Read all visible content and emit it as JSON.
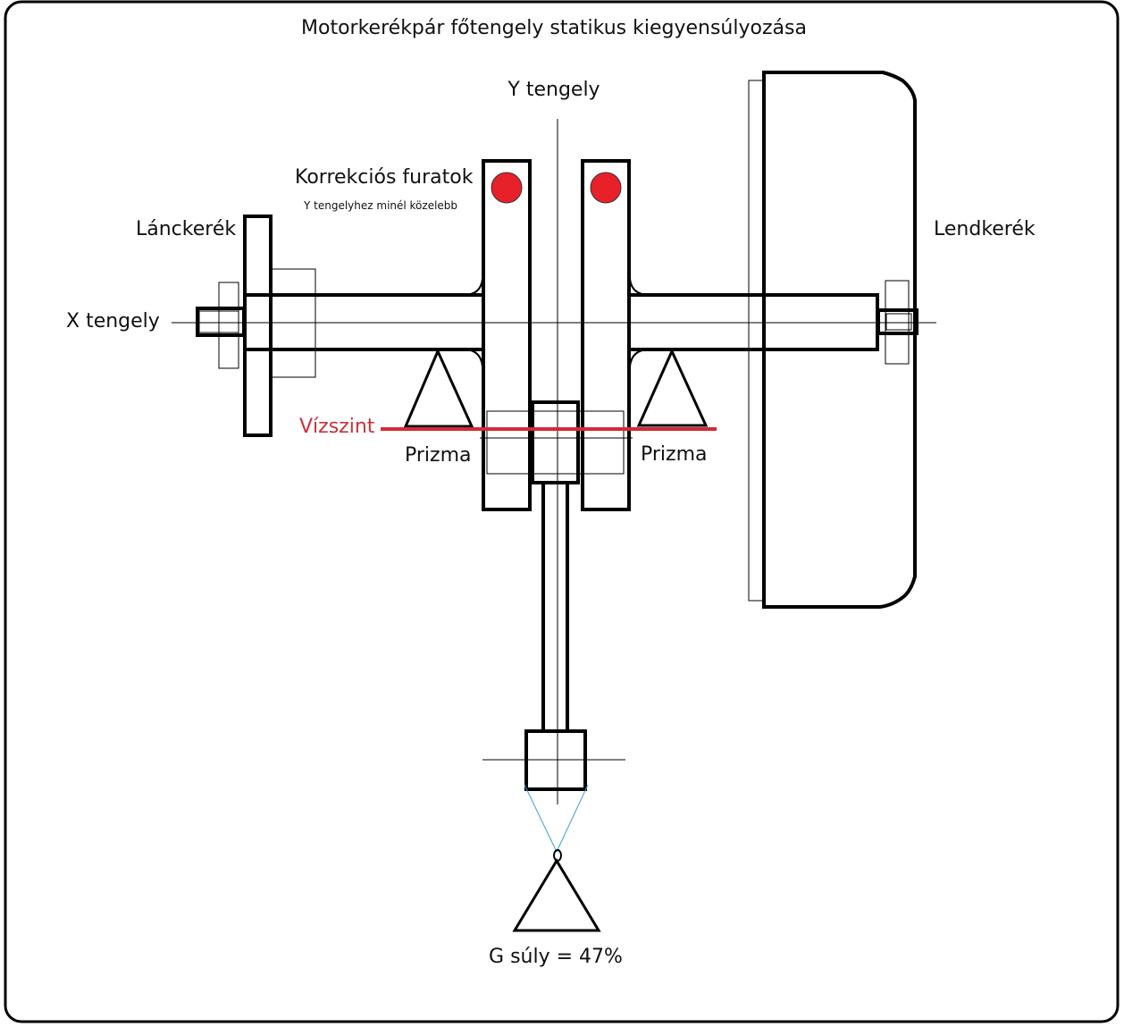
{
  "title": "Motorkerékpár főtengely statikus kiegyensúlyozása",
  "labels": {
    "y_axis": "Y tengely",
    "x_axis": "X tengely",
    "correction_holes": "Korrekciós furatok",
    "correction_holes_note": "Y tengelyhez minél közelebb",
    "sprocket": "Lánckerék",
    "flywheel": "Lendkerék",
    "level": "Vízszint",
    "prism_left": "Prizma",
    "prism_right": "Prizma",
    "weight": "G súly = 47%"
  },
  "colors": {
    "hole": "#e8202a",
    "level_line": "#d42a35",
    "level_text": "#c8323a",
    "string": "#3aa0c8",
    "outline": "#000000"
  }
}
